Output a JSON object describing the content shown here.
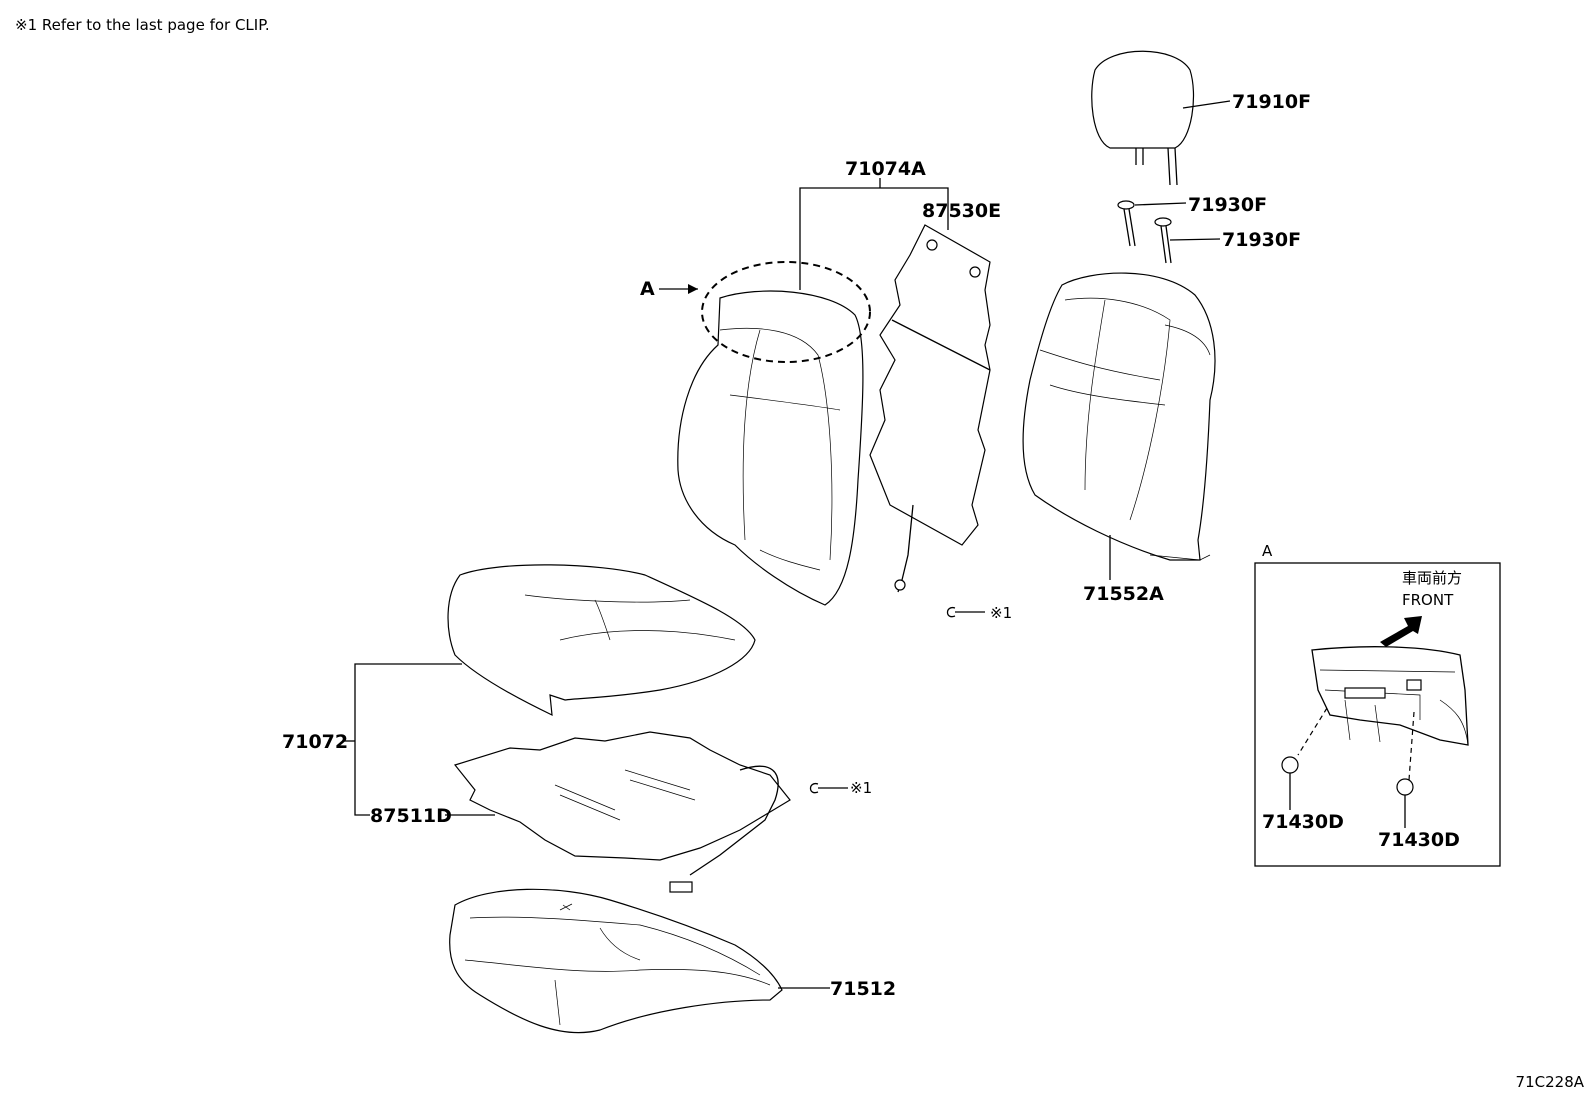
{
  "note": "※1 Refer to the last page for CLIP.",
  "diagram_code": "71C228A",
  "labels": {
    "headrest": "71910F",
    "support_1": "71930F",
    "support_2": "71930F",
    "back_cover_set": "71074A",
    "back_heater": "87530E",
    "back_pad": "71552A",
    "cushion_cover_set": "71072",
    "cushion_heater": "87511D",
    "cushion_pad": "71512",
    "clip_ref_1": "※1",
    "clip_ref_2": "※1",
    "view_ref": "A"
  },
  "detail_a": {
    "title": "A",
    "direction_jp": "車両前方",
    "direction_en": "FRONT",
    "fastener_1": "71430D",
    "fastener_2": "71430D"
  }
}
